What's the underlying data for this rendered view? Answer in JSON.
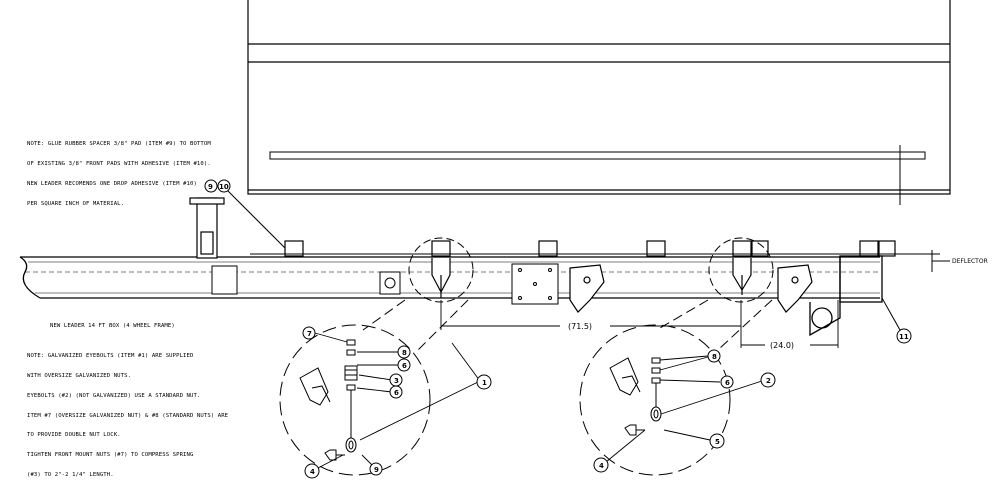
{
  "notes": {
    "glue_note": [
      "NOTE: GLUE RUBBER SPACER 3/8\" PAD (ITEM #9) TO BOTTOM",
      "OF EXISTING 3/8\" FRONT PADS WITH ADHESIVE (ITEM #10).",
      "NEW LEADER RECOMENDS ONE DROP ADHESIVE (ITEM #10)",
      "PER SQUARE INCH OF MATERIAL."
    ],
    "frame_title": "NEW LEADER 14 FT BOX (4 WHEEL FRAME)",
    "eyebolt_note": [
      "NOTE: GALVANIZED EYEBOLTS (ITEM #1) ARE SUPPLIED",
      "WITH OVERSIZE GALVANIZED NUTS.",
      "EYEBOLTS (#2) (NOT GALVANIZED) USE A STANDARD NUT.",
      "ITEM #7 (OVERSIZE GALVANIZED NUT) & #8 (STANDARD NUTS) ARE",
      "TO PROVIDE DOUBLE NUT LOCK.",
      "TIGHTEN FRONT MOUNT NUTS (#7) TO COMPRESS SPRING",
      "(#3) TO 2\"-2 1/4\" LENGTH."
    ]
  },
  "dimensions": {
    "front_span": "(71.5)",
    "rear_offset": "(24.0)"
  },
  "labels": {
    "deflector": "DEFLECTOR"
  },
  "callouts": {
    "c9_top": "9",
    "c10_top": "10",
    "c11": "11",
    "left_detail": {
      "c7": "7",
      "c8": "8",
      "c3": "3",
      "c6": "6",
      "c1": "1",
      "c4": "4",
      "c9": "9"
    },
    "right_detail": {
      "c8": "8",
      "c2": "2",
      "c6": "6",
      "c4": "4",
      "c5": "5"
    }
  }
}
